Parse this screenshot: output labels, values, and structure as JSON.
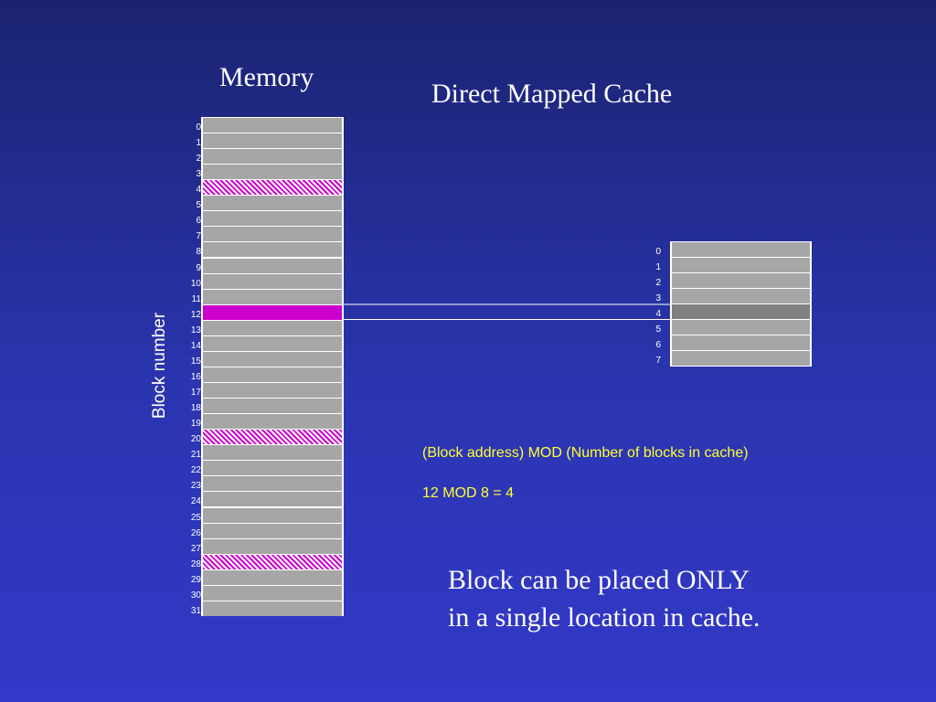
{
  "memory_title": "Memory",
  "cache_title": "Direct Mapped Cache",
  "y_axis_label": "Block number",
  "memory_block_labels": [
    "0",
    "1",
    "2",
    "3",
    "4",
    "5",
    "6",
    "7",
    "8",
    "9",
    "10",
    "11",
    "12",
    "13",
    "14",
    "15",
    "16",
    "17",
    "18",
    "19",
    "20",
    "21",
    "22",
    "23",
    "24",
    "25",
    "26",
    "27",
    "28",
    "29",
    "30",
    "31"
  ],
  "cache_block_labels": [
    "0",
    "1",
    "2",
    "3",
    "4",
    "5",
    "6",
    "7"
  ],
  "highlighted_memory_block": 12,
  "hatched_memory_blocks": [
    4,
    20,
    28
  ],
  "target_cache_block": 4,
  "formula": "(Block address) MOD (Number of blocks in cache)",
  "example": "12 MOD 8 = 4",
  "note_line1": "Block can be placed ONLY",
  "note_line2": "in a single location in cache.",
  "colors": {
    "background_top": "#1b2370",
    "background_bottom": "#3238c8",
    "block_fill": "#a6a6a6",
    "highlight": "#cc00cc",
    "cache_target": "#808080",
    "formula_text": "#ffff33",
    "title_text": "#ffffff"
  }
}
